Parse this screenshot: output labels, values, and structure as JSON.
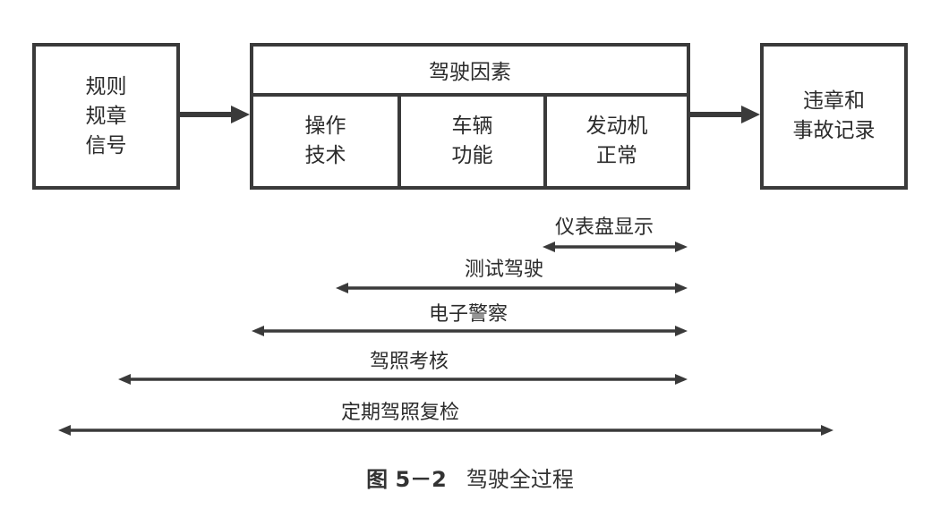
{
  "left_box": {
    "lines": [
      "规则",
      "规章",
      "信号"
    ]
  },
  "center_box": {
    "title": "驾驶因素",
    "cells": [
      {
        "lines": [
          "操作",
          "技术"
        ]
      },
      {
        "lines": [
          "车辆",
          "功能"
        ]
      },
      {
        "lines": [
          "发动机",
          "正常"
        ]
      }
    ]
  },
  "right_box": {
    "lines": [
      "违章和",
      "事故记录"
    ]
  },
  "ranges": [
    {
      "label": "仪表盘显示"
    },
    {
      "label": "测试驾驶"
    },
    {
      "label": "电子警察"
    },
    {
      "label": "驾照考核"
    },
    {
      "label": "定期驾照复检"
    }
  ],
  "caption": {
    "figure_number": "图 5－2",
    "title": "驾驶全过程"
  }
}
